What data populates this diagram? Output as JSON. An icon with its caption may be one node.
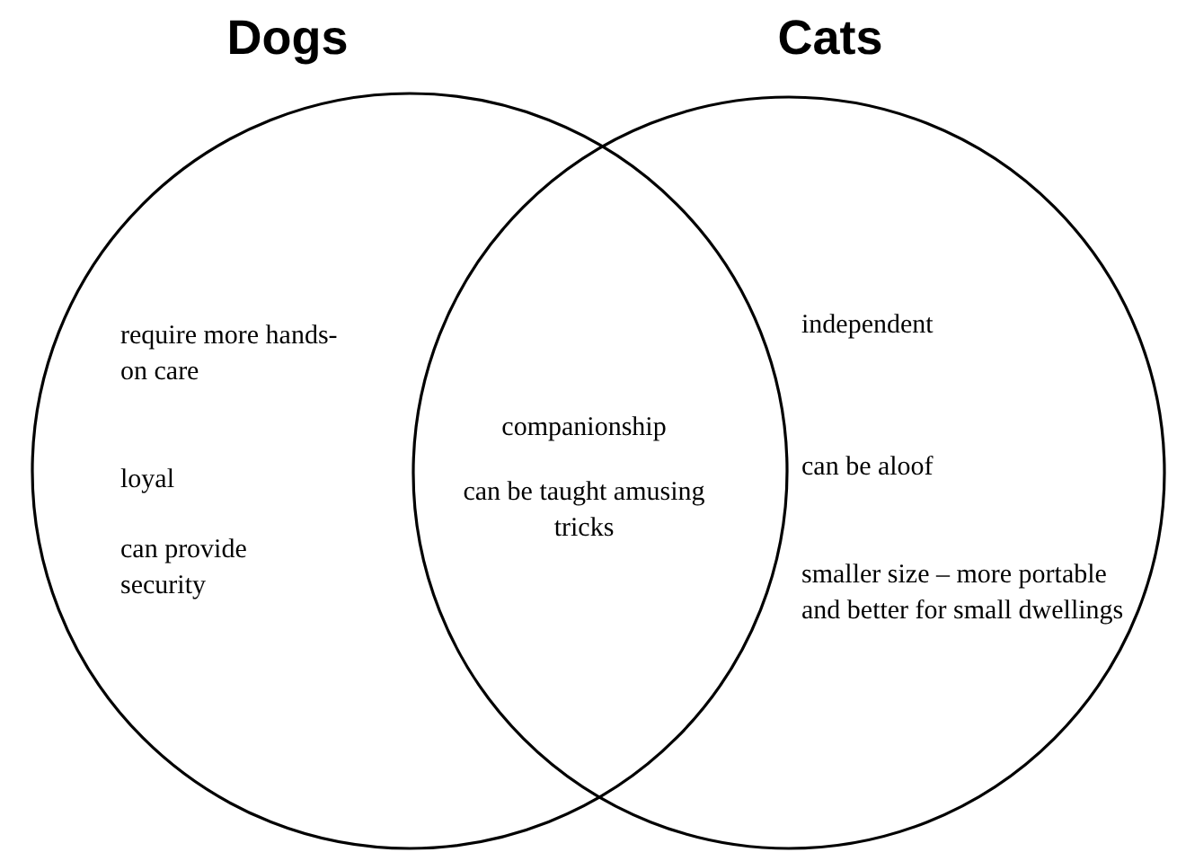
{
  "diagram": {
    "nodes": [
      {
        "text": [
          "Dogs",
          "require more hands-on care",
          "loyal",
          "can provide security"
        ]
      },
      {
        "text": [
          "Cats",
          "independent",
          "can be aloof",
          "smaller size – more portable and better for small dwellings"
        ]
      }
    ],
    "labels": [
      "companionship",
      "can be taught amusing tricks"
    ]
  }
}
